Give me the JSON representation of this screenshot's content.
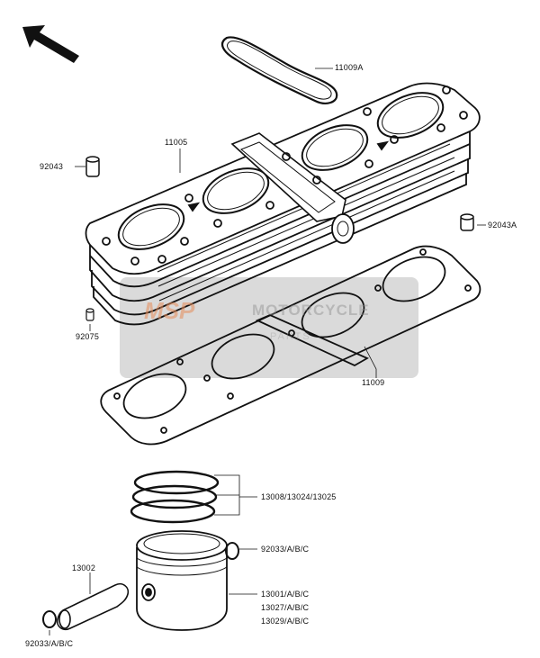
{
  "labels": {
    "gasket_head_cover": "11009A",
    "cylinder": "11005",
    "dowel_left": "92043",
    "dowel_right": "92043A",
    "pin": "92075",
    "base_gasket": "11009",
    "ring_set": "13008/13024/13025",
    "circlip_right": "92033/A/B/C",
    "piston_pin": "13002",
    "piston_1": "13001/A/B/C",
    "piston_2": "13027/A/B/C",
    "piston_3": "13029/A/B/C",
    "circlip_left": "92033/A/B/C"
  },
  "watermark": {
    "logo": "MSP",
    "brand": "MOTORCYCLE",
    "sub": "PARTS"
  },
  "colors": {
    "ink": "#111111",
    "watermark_box": "#9a9a9a",
    "watermark_logo": "#e08a5a"
  }
}
